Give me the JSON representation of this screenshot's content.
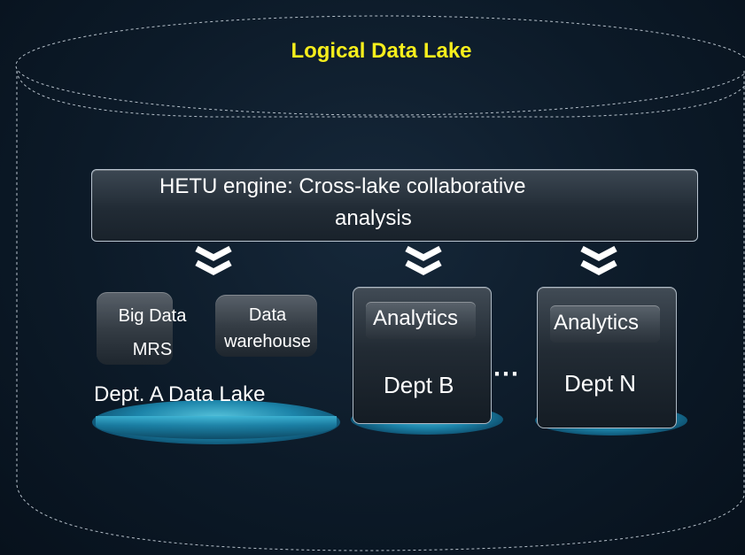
{
  "diagram": {
    "title": "Logical Data Lake",
    "engine": {
      "line1": "HETU engine: Cross-lake collaborative",
      "line2": "analysis"
    },
    "dept_a": {
      "big_data_line1": "Big Data",
      "big_data_line2": "MRS",
      "warehouse_line1": "Data",
      "warehouse_line2": "warehouse",
      "lake_label": "Dept. A Data Lake"
    },
    "dept_b": {
      "analytics": "Analytics",
      "name": "Dept B"
    },
    "dept_n": {
      "analytics": "Analytics",
      "name": "Dept N"
    },
    "ellipsis": "⋯",
    "colors": {
      "title": "#f6ee1c",
      "chevron": "#ffffff",
      "platform": "#2aa7d0"
    },
    "icons": [
      "chevron-double-down-icon"
    ]
  }
}
